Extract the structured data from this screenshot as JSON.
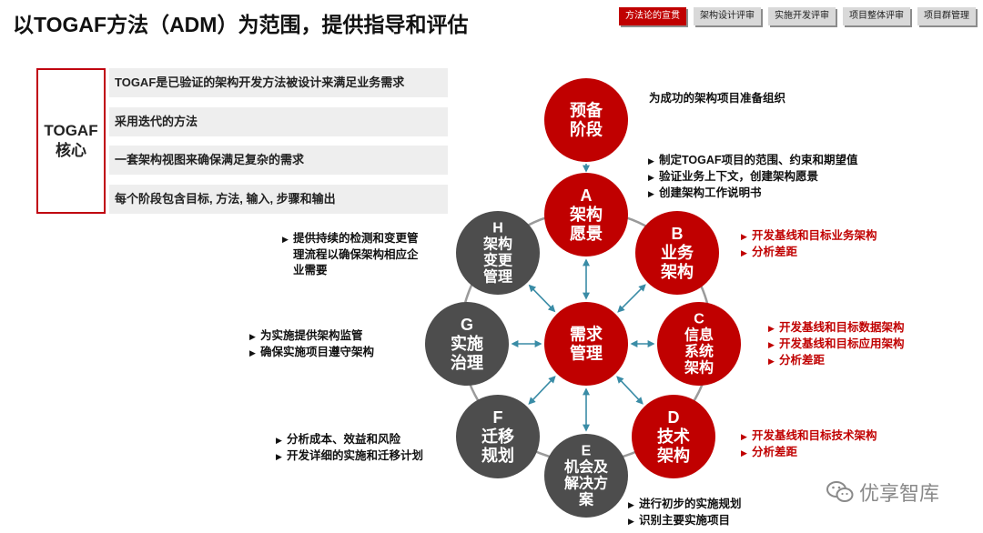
{
  "title": "以TOGAF方法（ADM）为范围，提供指导和评估",
  "tabs": [
    {
      "label": "方法论的宣贯",
      "active": true
    },
    {
      "label": "架构设计评审",
      "active": false
    },
    {
      "label": "实施开发评审",
      "active": false
    },
    {
      "label": "项目整体评审",
      "active": false
    },
    {
      "label": "项目群管理",
      "active": false
    }
  ],
  "core": {
    "label_line1": "TOGAF",
    "label_line2": "核心",
    "items": [
      "TOGAF是已验证的架构开发方法被设计来满足业务需求",
      "采用迭代的方法",
      "一套架构视图来确保满足复杂的需求",
      "每个阶段包含目标, 方法, 输入, 步骤和输出"
    ]
  },
  "phases": {
    "prelim": {
      "lines": [
        "预备",
        "阶段"
      ]
    },
    "A": {
      "lines": [
        "A",
        "架构",
        "愿景"
      ]
    },
    "B": {
      "lines": [
        "B",
        "业务",
        "架构"
      ]
    },
    "C": {
      "lines": [
        "C",
        "信息",
        "系统",
        "架构"
      ]
    },
    "D": {
      "lines": [
        "D",
        "技术",
        "架构"
      ]
    },
    "E": {
      "lines": [
        "E",
        "机会及",
        "解决方",
        "案"
      ]
    },
    "F": {
      "lines": [
        "F",
        "迁移",
        "规划"
      ]
    },
    "G": {
      "lines": [
        "G",
        "实施",
        "治理"
      ]
    },
    "H": {
      "lines": [
        "H",
        "架构",
        "变更",
        "管理"
      ]
    },
    "req": {
      "lines": [
        "需求",
        "管理"
      ]
    }
  },
  "descriptions": {
    "prelim": [
      "为成功的架构项目准备组织"
    ],
    "A": [
      "制定TOGAF项目的范围、约束和期望值",
      "验证业务上下文，创建架构愿景",
      "创建架构工作说明书"
    ],
    "B": [
      "开发基线和目标业务架构",
      "分析差距"
    ],
    "C": [
      "开发基线和目标数据架构",
      "开发基线和目标应用架构",
      "分析差距"
    ],
    "D": [
      "开发基线和目标技术架构",
      "分析差距"
    ],
    "E": [
      "进行初步的实施规划",
      "识别主要实施项目"
    ],
    "F": [
      "分析成本、效益和风险",
      "开发详细的实施和迁移计划"
    ],
    "G": [
      "为实施提供架构监管",
      "确保实施项目遵守架构"
    ],
    "H": [
      "提供持续的检测和变更管",
      "理流程以确保架构相应企",
      "业需要"
    ]
  },
  "watermark": "优享智库",
  "colors": {
    "red": "#c00000",
    "gray": "#4d4d4d",
    "arrow": "#3a8ca6",
    "ring": "#9a9a9a"
  }
}
